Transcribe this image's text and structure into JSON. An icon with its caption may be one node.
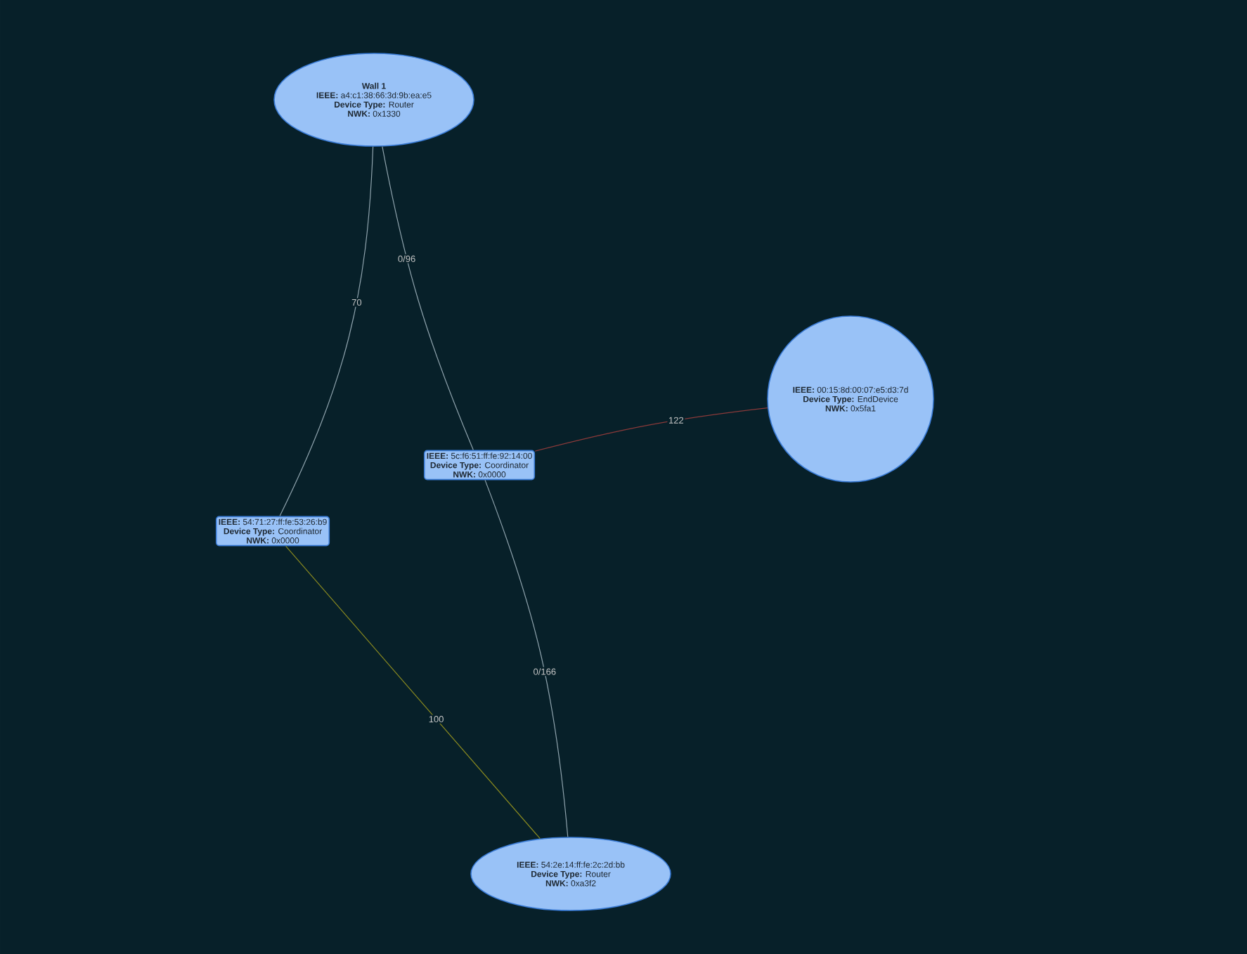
{
  "diagram": {
    "nodes": [
      {
        "text": [
          "Wall 1",
          "**IEEE:** a4:c1:38:66:3d:9b:ea:e5",
          "**Device Type:** Router",
          "**NWK:** 0x1330"
        ]
      },
      {
        "text": [
          "**IEEE:** 00:15:8d:00:07:e5:d3:7d",
          "**Device Type:** EndDevice",
          "**NWK:** 0x5fa1"
        ]
      },
      {
        "text": [
          "**IEEE:** 5c:f6:51:ff:fe:92:14:00",
          "**Device Type:** Coordinator",
          "**NWK:** 0x0000"
        ]
      },
      {
        "text": [
          "**IEEE:** 54:71:27:ff:fe:53:26:b9",
          "**Device Type:** Coordinator",
          "**NWK:** 0x0000"
        ]
      },
      {
        "text": [
          "**IEEE:** 54:2e:14:ff:fe:2c:2d:bb",
          "**Device Type:** Router",
          "**NWK:** 0xa3f2"
        ]
      }
    ],
    "edges": [
      {
        "from": 0,
        "to": 3,
        "arrow": "none",
        "label": "70"
      },
      {
        "from": 0,
        "to": 2,
        "arrow": "none",
        "label": "0/96"
      },
      {
        "from": 2,
        "to": 1,
        "arrow": "none",
        "label": "122",
        "color": "#8b3a3a"
      },
      {
        "from": 3,
        "to": 4,
        "arrow": "none",
        "label": "100",
        "color": "#8a8a20"
      },
      {
        "from": 2,
        "to": 4,
        "arrow": "none",
        "label": "0/166"
      }
    ]
  }
}
